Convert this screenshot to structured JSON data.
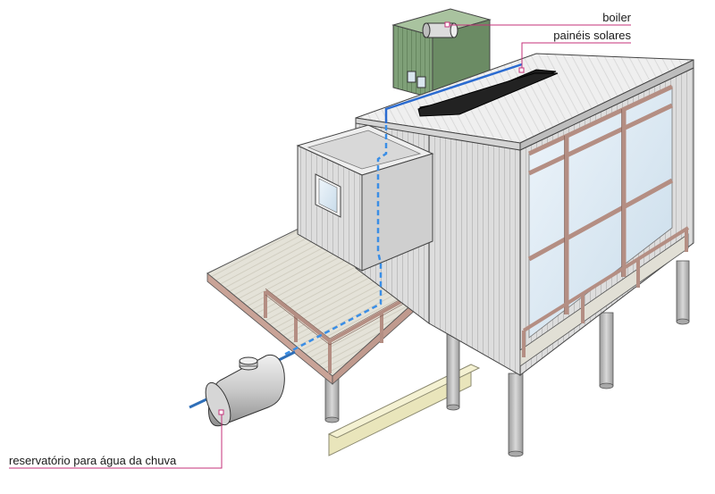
{
  "labels": {
    "boiler": "boiler",
    "solar_panels": "painéis solares",
    "rain_tank": "reservatório para água da chuva"
  },
  "colors": {
    "leader": "#c4327a",
    "water_pipe": "#3a8ee6",
    "feed_pipe": "#2f6fb8",
    "roof_pipe": "#2a6bd1",
    "cladding": "#dcdcdc",
    "deck": "#e3e1d7",
    "frame": "#b9938a",
    "glass": "#dce9f3",
    "solar": "#222222",
    "tower": "#7e9f76",
    "foundation": "#e8e4b8",
    "outline": "#3a3a3a"
  }
}
